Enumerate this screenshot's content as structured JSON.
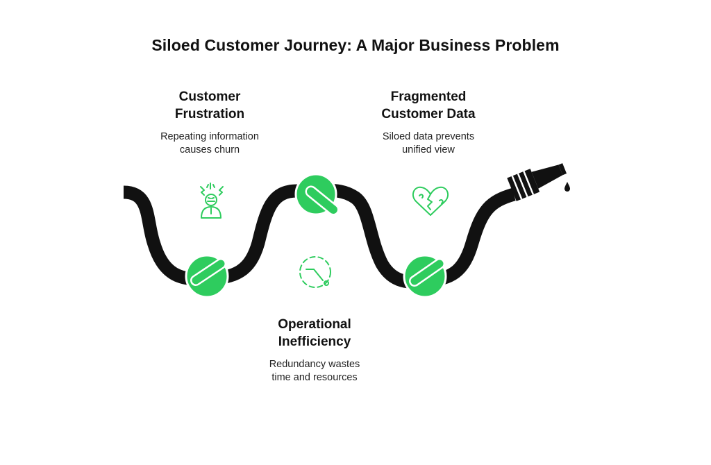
{
  "title": "Siloed Customer Journey: A Major Business Problem",
  "colors": {
    "hose": "#111111",
    "knot": "#2ecc5e",
    "icon": "#2ecc5e"
  },
  "items": [
    {
      "heading_line1": "Customer",
      "heading_line2": "Frustration",
      "desc_line1": "Repeating information",
      "desc_line2": "causes churn",
      "icon": "frustrated-person-icon"
    },
    {
      "heading_line1": "Fragmented",
      "heading_line2": "Customer Data",
      "desc_line1": "Siloed data prevents",
      "desc_line2": "unified view",
      "icon": "broken-puzzle-heart-icon"
    },
    {
      "heading_line1": "Operational",
      "heading_line2": "Inefficiency",
      "desc_line1": "Redundancy wastes",
      "desc_line2": "time and resources",
      "icon": "dashed-clock-icon"
    }
  ]
}
